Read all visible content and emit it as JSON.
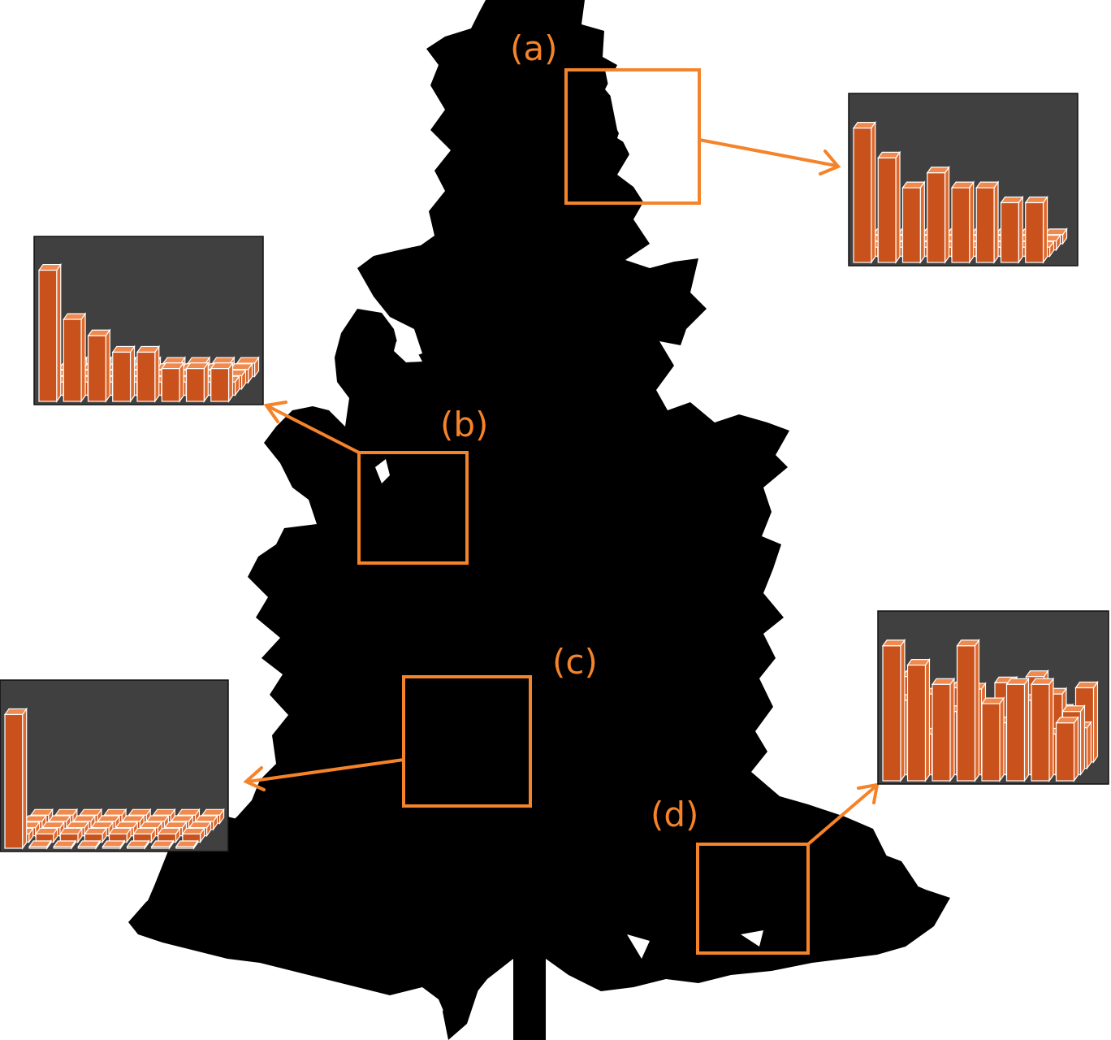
{
  "labels": {
    "a": "(a)",
    "b": "(b)",
    "c": "(c)",
    "d": "(d)"
  },
  "colors": {
    "accent": "#f4832a",
    "bar_front": "#c8511c",
    "bar_edge": "#ffffff",
    "inset_bg": "#404040",
    "tree": "#000000"
  },
  "histograms": {
    "a": {
      "front_row": [
        9,
        7,
        5,
        6,
        5,
        5,
        4,
        4
      ],
      "back_rows": 3,
      "back_level": 0.6
    },
    "b": {
      "front_row": [
        8,
        5,
        4,
        3,
        3,
        2,
        2,
        2
      ],
      "back_rows": 4,
      "back_level": 0.8
    },
    "c": {
      "front_row": [
        10,
        0,
        0,
        0,
        0,
        0,
        0,
        0
      ],
      "back_rows": 4,
      "back_level": 0.6
    },
    "d": {
      "front_row": [
        7,
        6,
        5,
        7,
        4,
        5,
        5,
        3
      ],
      "back_rows": 3,
      "back_level": 3.5
    }
  }
}
